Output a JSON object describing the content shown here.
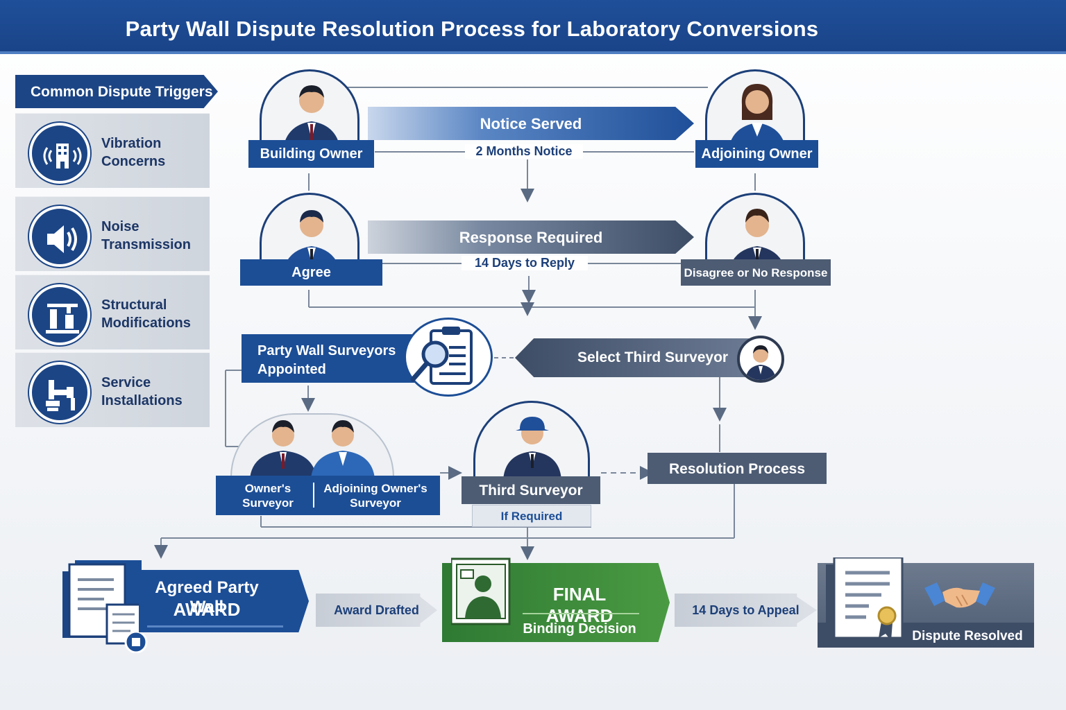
{
  "header": {
    "title": "Party Wall Dispute Resolution Process for Laboratory Conversions"
  },
  "sidebar": {
    "title": "Common Dispute Triggers",
    "items": [
      {
        "label": "Vibration Concerns",
        "icon": "building-vibration-icon"
      },
      {
        "label": "Noise Transmission",
        "icon": "speaker-icon"
      },
      {
        "label": "Structural Modifications",
        "icon": "columns-icon"
      },
      {
        "label": "Service Installations",
        "icon": "pipes-icon"
      }
    ]
  },
  "flow": {
    "building_owner": "Building Owner",
    "adjoining_owner": "Adjoining Owner",
    "notice_served": "Notice Served",
    "notice_period": "2 Months Notice",
    "agree": "Agree",
    "disagree": "Disagree or No Response",
    "response_required": "Response Required",
    "reply_period": "14 Days to Reply",
    "surveyors_appointed_line1": "Party Wall Surveyors",
    "surveyors_appointed_line2": "Appointed",
    "select_third": "Select Third Surveyor",
    "owners_surveyor_line1": "Owner's",
    "owners_surveyor_line2": "Surveyor",
    "adjoining_surveyor_line1": "Adjoining Owner's",
    "adjoining_surveyor_line2": "Surveyor",
    "third_surveyor": "Third Surveyor",
    "if_required": "If Required",
    "resolution_process": "Resolution Process"
  },
  "outcomes": {
    "agreed_award_line1": "Agreed Party Wall",
    "agreed_award_line2": "AWARD",
    "award_drafted": "Award Drafted",
    "final_award": "FINAL AWARD",
    "binding_decision": "Binding Decision",
    "appeal_period": "14 Days to Appeal",
    "dispute_resolved": "Dispute Resolved"
  },
  "colors": {
    "primary": "#1c4e96",
    "dark": "#1c3f78",
    "slate": "#4d5c73",
    "green": "#3f8a3a"
  }
}
